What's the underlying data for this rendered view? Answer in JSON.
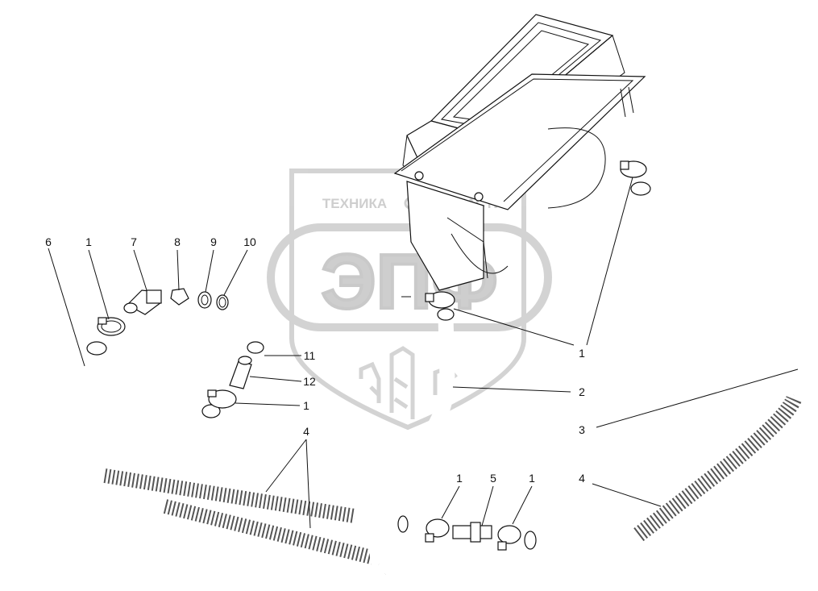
{
  "watermark": {
    "top_left": "ТЕХНИКА",
    "top_right": "ЗАПЧАСТИ",
    "logo": "ЭПФ"
  },
  "callouts": {
    "c6": "6",
    "c1a": "1",
    "c7": "7",
    "c8": "8",
    "c9": "9",
    "c10": "10",
    "c11": "11",
    "c12": "12",
    "c1b": "1",
    "c4a": "4",
    "c1c": "1",
    "c2": "2",
    "c3": "3",
    "c1d": "1",
    "c5": "5",
    "c1e": "1",
    "c4b": "4"
  },
  "colors": {
    "line": "#111111",
    "watermark": "#c9c9c9",
    "background": "#ffffff"
  }
}
